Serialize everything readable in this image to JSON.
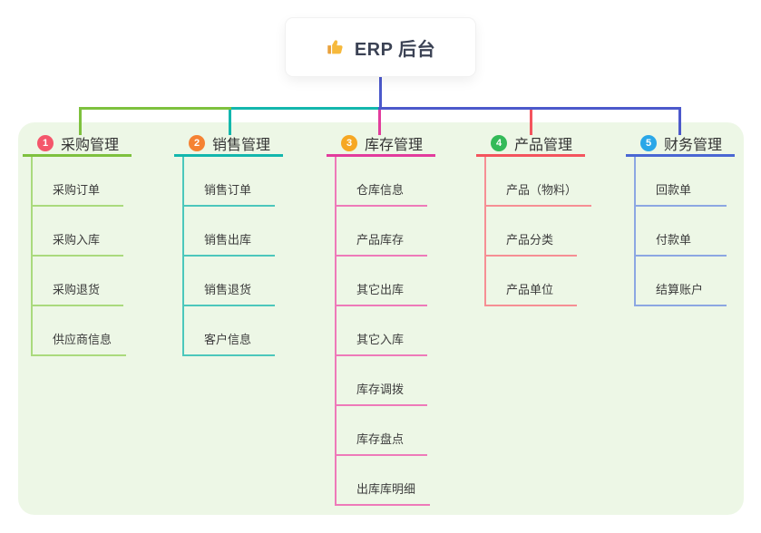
{
  "root": {
    "icon": "thumbs-up",
    "title": "ERP 后台"
  },
  "colors": {
    "panel_bg": "#edf7e6",
    "trunk": "#4c59cb",
    "root_text": "#3b4254",
    "thumb_yellow": "#f6b93c",
    "thumb_cuff": "#e9a13b"
  },
  "branches": [
    {
      "number": "1",
      "title": "采购管理",
      "colors": {
        "main": "#7ec13e",
        "light": "#aada7d",
        "badge": "#f4566b"
      },
      "children": [
        "采购订单",
        "采购入库",
        "采购退货",
        "供应商信息"
      ]
    },
    {
      "number": "2",
      "title": "销售管理",
      "colors": {
        "main": "#13b7ad",
        "light": "#4cc7bc",
        "badge": "#f58233"
      },
      "children": [
        "销售订单",
        "销售出库",
        "销售退货",
        "客户信息"
      ]
    },
    {
      "number": "3",
      "title": "库存管理",
      "colors": {
        "main": "#e23c9d",
        "light": "#ee7ab9",
        "badge": "#f6a723"
      },
      "children": [
        "仓库信息",
        "产品库存",
        "其它出库",
        "其它入库",
        "库存调拨",
        "库存盘点",
        "出库库明细"
      ]
    },
    {
      "number": "4",
      "title": "产品管理",
      "colors": {
        "main": "#f4545e",
        "light": "#f68f94",
        "badge": "#33ba58"
      },
      "children": [
        "产品（物料）",
        "产品分类",
        "产品单位"
      ]
    },
    {
      "number": "5",
      "title": "财务管理",
      "colors": {
        "main": "#4a67d3",
        "light": "#8ca7e2",
        "badge": "#2aa7e8"
      },
      "children": [
        "回款单",
        "付款单",
        "结算账户"
      ]
    }
  ]
}
